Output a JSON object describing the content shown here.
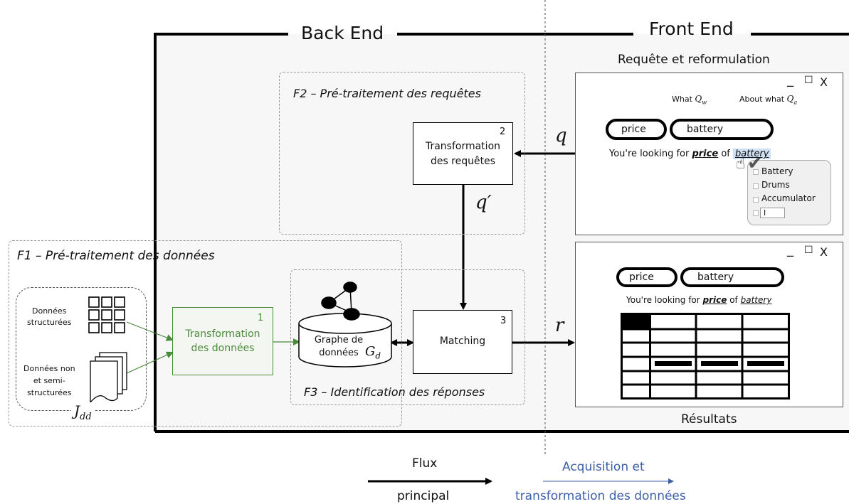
{
  "back_end": {
    "title": "Back End"
  },
  "front_end": {
    "title": "Front End"
  },
  "f1": {
    "title": "F1 – Pré-traitement des données",
    "structured_label_1": "Données",
    "structured_label_2": "structurées",
    "unstructured_label_1": "Données non",
    "unstructured_label_2": "et semi-",
    "unstructured_label_3": "structurées",
    "jdd": "J",
    "jdd_sub": "dd"
  },
  "f2": {
    "title": "F2 – Pré-traitement des requêtes"
  },
  "f3": {
    "title": "F3 – Identification des réponses"
  },
  "box1": {
    "number": "1",
    "line1": "Transformation",
    "line2": "des données"
  },
  "box2": {
    "number": "2",
    "line1": "Transformation",
    "line2": "des requêtes"
  },
  "box3": {
    "number": "3",
    "label": "Matching"
  },
  "graph": {
    "line1": "Graphe de",
    "line2": "données",
    "symbol": "G",
    "symbol_sub": "d"
  },
  "arrows": {
    "q": "q",
    "q_prime": "q′",
    "r": "r"
  },
  "query_window": {
    "title": "Requête et reformulation",
    "controls": {
      "minimize": "_",
      "maximize": "☐",
      "close": "X"
    },
    "what_label": "What",
    "what_symbol": "Q",
    "what_sub": "w",
    "about_label": "About what",
    "about_symbol": "Q",
    "about_sub": "a",
    "input_what": "price",
    "input_about": "battery",
    "sentence_prefix": "You're looking for",
    "sentence_what": "price",
    "sentence_of": "of",
    "sentence_about": "battery",
    "options": [
      "Battery",
      "Drums",
      "Accumulator"
    ],
    "options_checked": "Battery",
    "custom_value": "I"
  },
  "results_window": {
    "title": "Résultats",
    "controls": {
      "minimize": "_",
      "maximize": "☐",
      "close": "X"
    },
    "input_what": "price",
    "input_about": "battery",
    "sentence_prefix": "You're looking for",
    "sentence_what": "price",
    "sentence_of": "of",
    "sentence_about": "battery"
  },
  "legend": {
    "main_line1": "Flux",
    "main_line2": "principal",
    "acq_line1": "Acquisition et",
    "acq_line2": "transformation des données",
    "main_color": "#000000",
    "acq_color": "#3d5fa8"
  },
  "colors": {
    "green": "#4a8a3c",
    "play": "#6ab04c",
    "highlight": "#cfe0f4"
  }
}
